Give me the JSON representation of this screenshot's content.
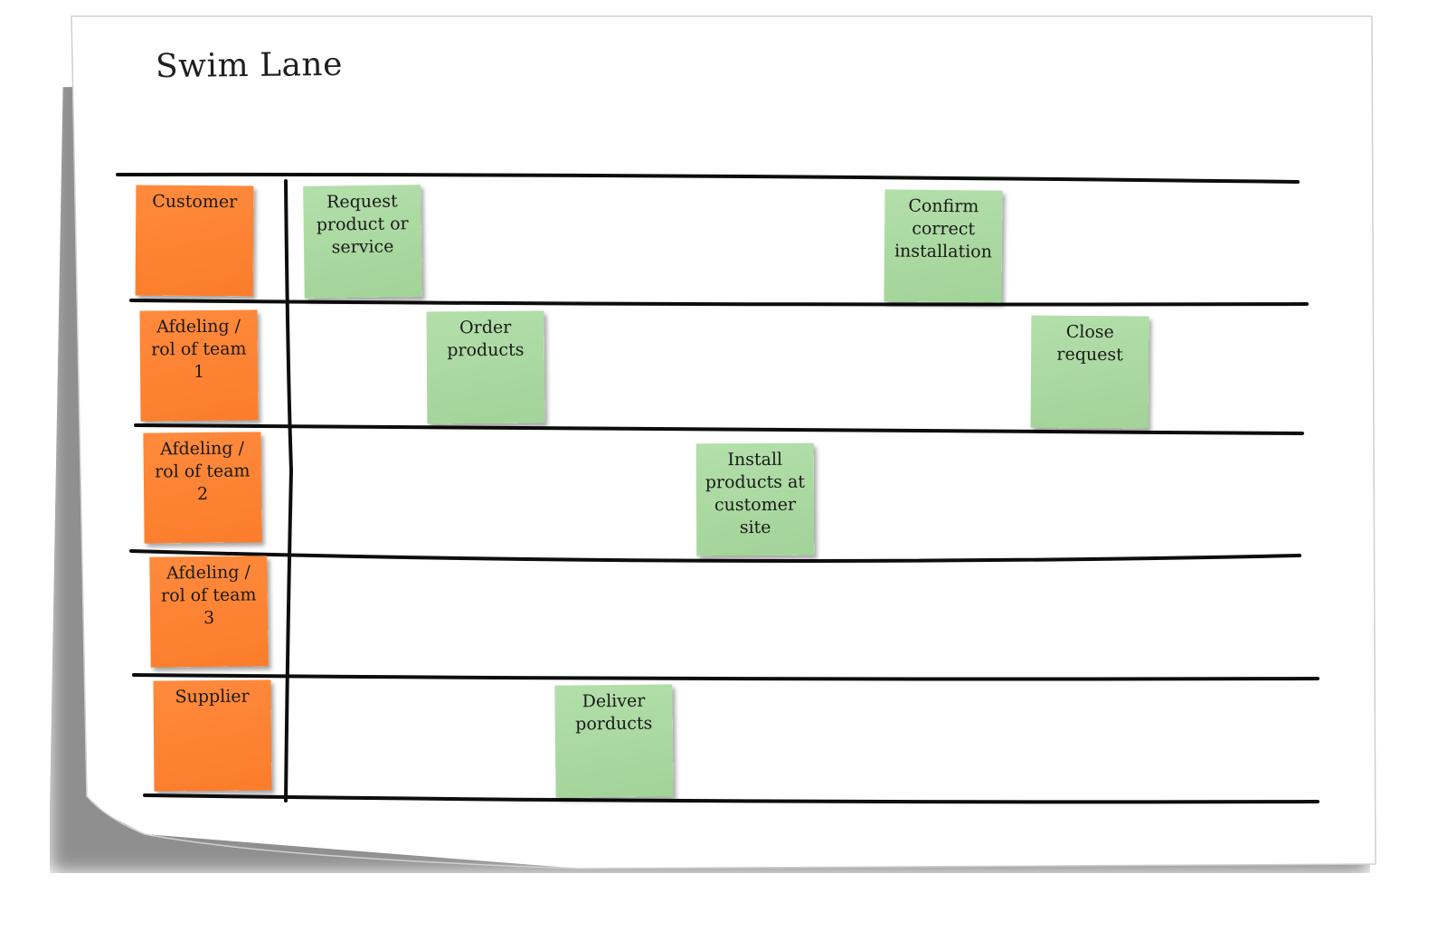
{
  "title": "Swim Lane",
  "colors": {
    "lane_note": "#fb7d2b",
    "task_note": "#a4d49a",
    "ink": "#1a1a1a"
  },
  "lanes": [
    {
      "label": "Customer"
    },
    {
      "label": "Afdeling /\nrol of team\n1"
    },
    {
      "label": "Afdeling /\nrol of team\n2"
    },
    {
      "label": "Afdeling /\nrol of team 3"
    },
    {
      "label": "Supplier"
    }
  ],
  "tasks": [
    {
      "label": "Request\nproduct or\nservice",
      "lane": "Customer"
    },
    {
      "label": "Confirm\ncorrect\ninstallation",
      "lane": "Customer"
    },
    {
      "label": "Order\nproducts",
      "lane": "Afdeling /\nrol of team\n1"
    },
    {
      "label": "Close\nrequest",
      "lane": "Afdeling /\nrol of team\n1"
    },
    {
      "label": "Install\nproducts at\ncustomer\nsite",
      "lane": "Afdeling /\nrol of team\n2"
    },
    {
      "label": "Deliver\nporducts",
      "lane": "Supplier"
    }
  ]
}
